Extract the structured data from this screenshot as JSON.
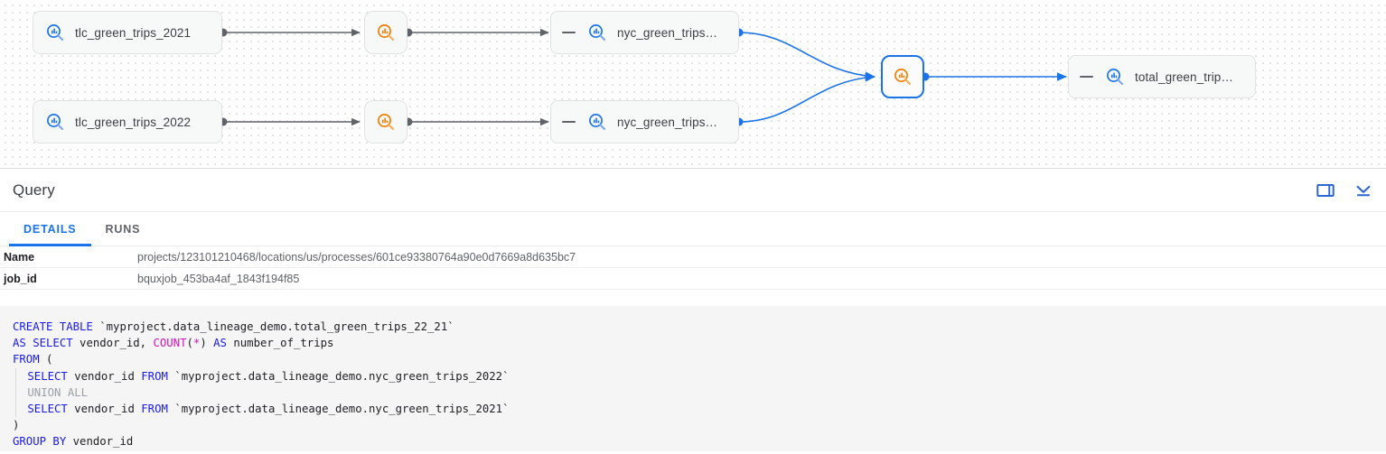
{
  "lineage": {
    "canvas_name": "data-lineage-graph",
    "nodes": [
      {
        "id": "tlc2021",
        "label": "tlc_green_trips_2021",
        "type": "table",
        "icon": "table-search-icon",
        "collapsible": false,
        "selected": false
      },
      {
        "id": "tlc2022",
        "label": "tlc_green_trips_2022",
        "type": "table",
        "icon": "table-search-icon",
        "collapsible": false,
        "selected": false
      },
      {
        "id": "job1",
        "label": "",
        "type": "job",
        "icon": "job-search-icon",
        "collapsible": false,
        "selected": false
      },
      {
        "id": "job2",
        "label": "",
        "type": "job",
        "icon": "job-search-icon",
        "collapsible": false,
        "selected": false
      },
      {
        "id": "nyc2021",
        "label": "nyc_green_trips…",
        "type": "table",
        "icon": "table-search-icon",
        "collapsible": true,
        "selected": false
      },
      {
        "id": "nyc2022",
        "label": "nyc_green_trips…",
        "type": "table",
        "icon": "table-search-icon",
        "collapsible": true,
        "selected": false
      },
      {
        "id": "job3",
        "label": "",
        "type": "job",
        "icon": "job-search-icon",
        "collapsible": false,
        "selected": true
      },
      {
        "id": "total",
        "label": "total_green_trip…",
        "type": "table",
        "icon": "table-search-icon",
        "collapsible": true,
        "selected": false
      }
    ],
    "colors": {
      "table_icon": "#1a73e8",
      "job_icon": "#f57c00",
      "edge_gray": "#5f6368",
      "edge_blue": "#1a73e8",
      "selected_border": "#1a73e8"
    }
  },
  "panel": {
    "title": "Query",
    "actions": [
      {
        "name": "side-panel-toggle-icon",
        "label": "Toggle side panel"
      },
      {
        "name": "collapse-panel-icon",
        "label": "Collapse panel"
      }
    ],
    "tabs": [
      {
        "id": "details",
        "label": "DETAILS",
        "active": true
      },
      {
        "id": "runs",
        "label": "RUNS",
        "active": false
      }
    ],
    "details": [
      {
        "key": "Name",
        "value": "projects/123101210468/locations/us/processes/601ce93380764a90e0d7669a8d635bc7"
      },
      {
        "key": "job_id",
        "value": "bquxjob_453ba4af_1843f194f85"
      }
    ]
  },
  "sql": {
    "language": "sql",
    "lines": [
      [
        {
          "t": "CREATE TABLE ",
          "c": "kw"
        },
        {
          "t": "`myproject.data_lineage_demo.total_green_trips_22_21`",
          "c": "pl"
        }
      ],
      [
        {
          "t": "AS SELECT ",
          "c": "kw"
        },
        {
          "t": "vendor_id, ",
          "c": "pl"
        },
        {
          "t": "COUNT",
          "c": "fn"
        },
        {
          "t": "(",
          "c": "pl"
        },
        {
          "t": "*",
          "c": "fn"
        },
        {
          "t": ") ",
          "c": "pl"
        },
        {
          "t": "AS ",
          "c": "kw"
        },
        {
          "t": "number_of_trips",
          "c": "pl"
        }
      ],
      [
        {
          "t": "FROM ",
          "c": "kw"
        },
        {
          "t": "(",
          "c": "pl"
        }
      ],
      [
        {
          "t": "  ",
          "c": "guide"
        },
        {
          "t": "SELECT ",
          "c": "kw"
        },
        {
          "t": "vendor_id ",
          "c": "pl"
        },
        {
          "t": "FROM ",
          "c": "kw"
        },
        {
          "t": "`myproject.data_lineage_demo.nyc_green_trips_2022`",
          "c": "pl"
        }
      ],
      [
        {
          "t": "  ",
          "c": "guide"
        },
        {
          "t": "UNION ALL",
          "c": "mut"
        }
      ],
      [
        {
          "t": "  ",
          "c": "guide"
        },
        {
          "t": "SELECT ",
          "c": "kw"
        },
        {
          "t": "vendor_id ",
          "c": "pl"
        },
        {
          "t": "FROM ",
          "c": "kw"
        },
        {
          "t": "`myproject.data_lineage_demo.nyc_green_trips_2021`",
          "c": "pl"
        }
      ],
      [
        {
          "t": ")",
          "c": "pl"
        }
      ],
      [
        {
          "t": "GROUP BY ",
          "c": "kw"
        },
        {
          "t": "vendor_id",
          "c": "pl"
        }
      ]
    ]
  }
}
